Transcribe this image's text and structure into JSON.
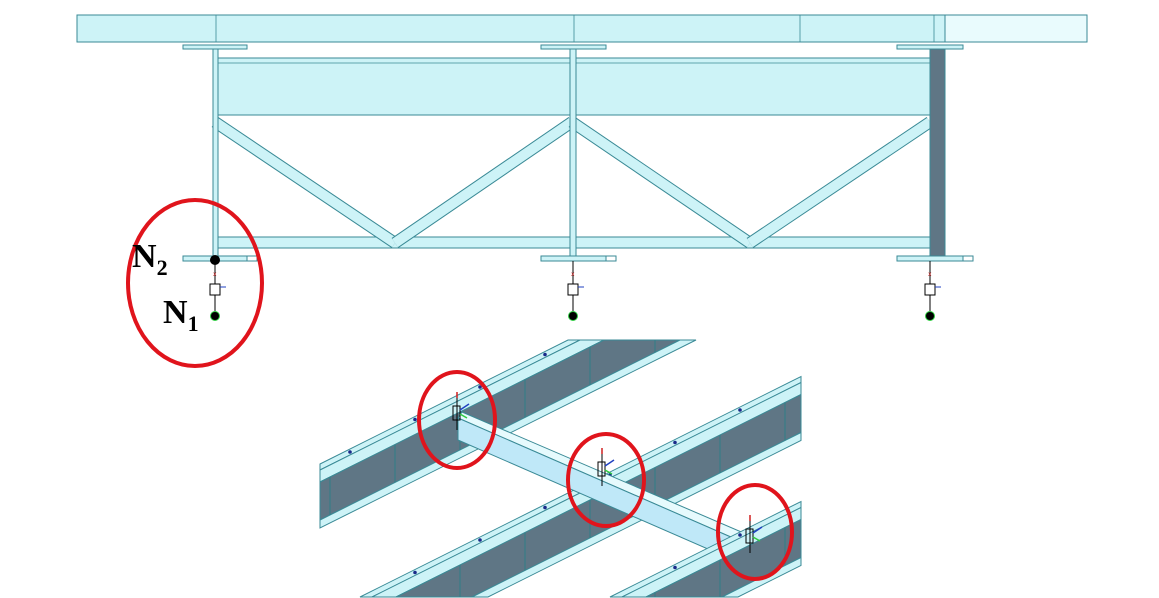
{
  "colors": {
    "member_fill": "#cdf3f7",
    "member_stroke": "#3a8a96",
    "web_dark": "#5f7685",
    "highlight": "#e0141c",
    "node_black": "#000000",
    "node_green": "#2ecc40"
  },
  "labels": {
    "n2": {
      "letter": "N",
      "sub": "2"
    },
    "n1": {
      "letter": "N",
      "sub": "1"
    }
  },
  "elevation_view": {
    "supports": 3,
    "highlighted_nodes": [
      "N2",
      "N1"
    ]
  },
  "isometric_view": {
    "main_beams": 3,
    "highlighted_connections": 3
  }
}
